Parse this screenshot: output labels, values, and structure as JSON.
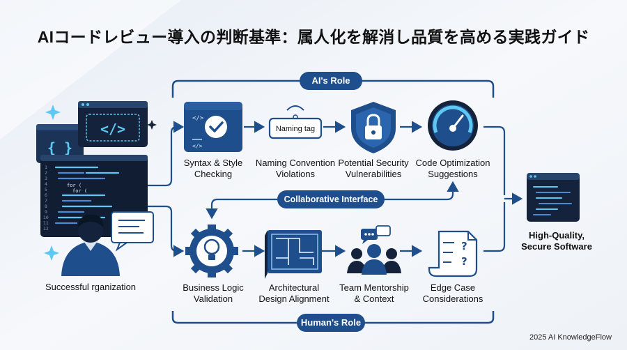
{
  "title": "AIコードレビュー導入の判断基準：属人化を解消し品質を高める実践ガイド",
  "ai_role_label": "AI's Role",
  "human_role_label": "Human's Role",
  "collab_label": "Collaborative Interface",
  "naming_tag_text": "Naming tag",
  "left_label": "Successful rganization",
  "output_label": [
    "High-Quality,",
    "Secure Software"
  ],
  "ai_steps": [
    {
      "line1": "Syntax & Style",
      "line2": "Checking",
      "icon": "checkmark-icon"
    },
    {
      "line1": "Naming Convention",
      "line2": "Violations",
      "icon": "tag-icon"
    },
    {
      "line1": "Potential Security",
      "line2": "Vulnerabilities",
      "icon": "shield-lock-icon"
    },
    {
      "line1": "Code Optimization",
      "line2": "Suggestions",
      "icon": "speedometer-icon"
    }
  ],
  "human_steps": [
    {
      "line1": "Business Logic",
      "line2": "Validation",
      "icon": "gear-lightbulb-icon"
    },
    {
      "line1": "Architectural",
      "line2": "Design Alignment",
      "icon": "blueprint-icon"
    },
    {
      "line1": "Team Mentorship",
      "line2": "& Context",
      "icon": "team-icon"
    },
    {
      "line1": "Edge Case",
      "line2": "Considerations",
      "icon": "question-document-icon"
    }
  ],
  "code_sample": [
    "for (",
    "for ("
  ],
  "line_numbers": [
    "1",
    "2",
    "3",
    "4",
    "5",
    "6",
    "7",
    "8",
    "9",
    "10",
    "11",
    "12"
  ],
  "footer": "2025 AI KnowledgeFlow",
  "colors": {
    "navy": "#1f4e8c",
    "dark": "#14233b",
    "accent": "#5ec8f2",
    "background": "#f3f6fa"
  }
}
